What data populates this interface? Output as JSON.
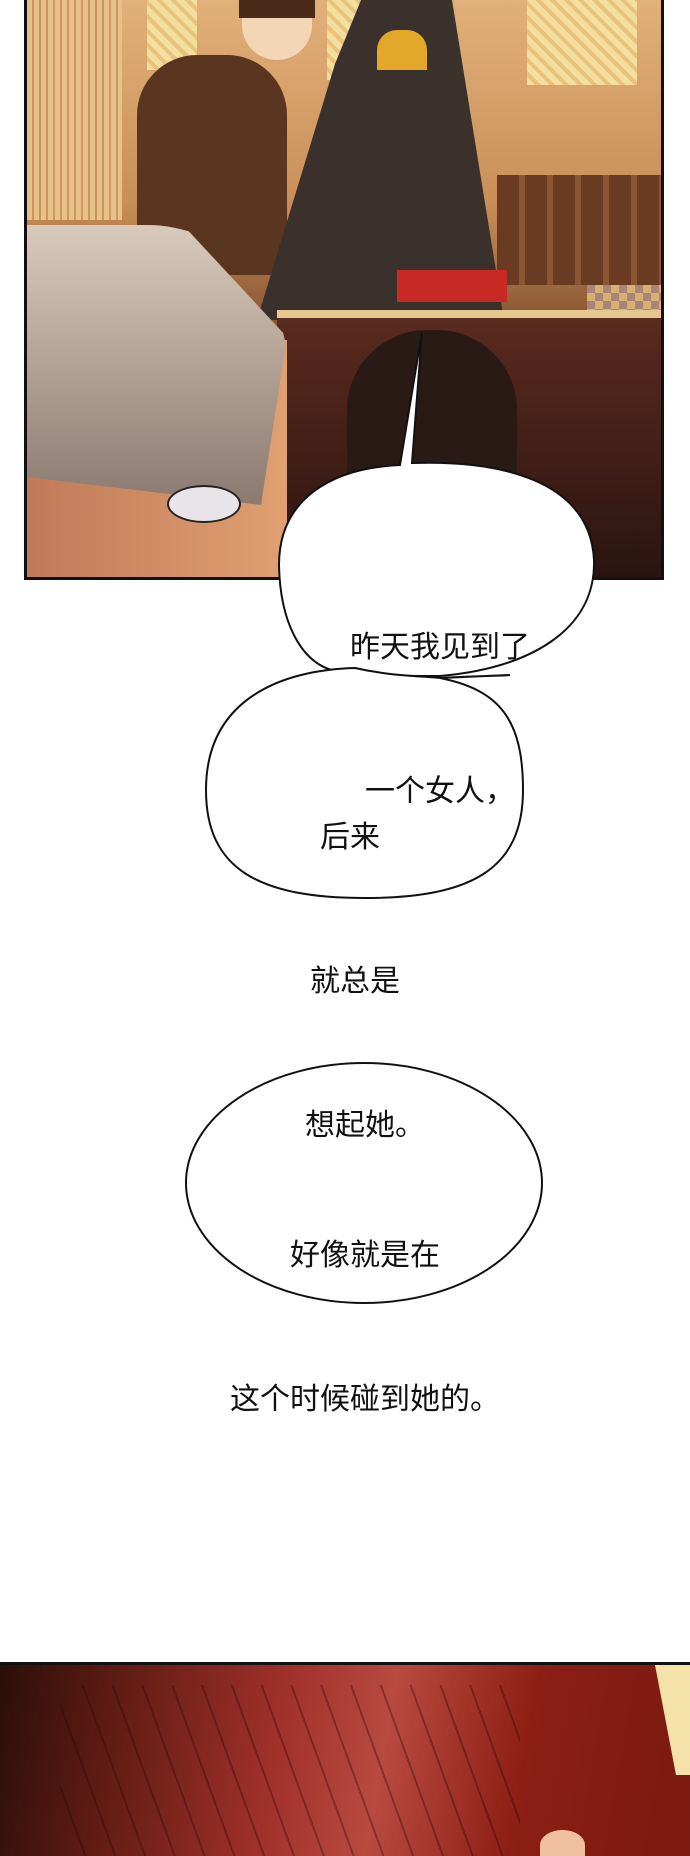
{
  "panels": [
    {
      "id": "panel-top",
      "description": "church interior scene with two men whispering and a silver-haired boy in foreground"
    },
    {
      "id": "panel-bottom",
      "description": "close-up of red hair"
    }
  ],
  "bubbles": [
    {
      "id": "bubble-1",
      "lines": [
        "昨天我见到了",
        "一个女人，"
      ]
    },
    {
      "id": "bubble-2",
      "lines": [
        "后来",
        "就总是",
        "想起她。"
      ]
    },
    {
      "id": "bubble-3",
      "lines": [
        "好像就是在",
        "这个时候碰到她的。"
      ]
    }
  ],
  "colors": {
    "panel_border": "#111111",
    "bubble_fill": "#ffffff",
    "bubble_stroke": "#111111",
    "hair_red": "#a0302a",
    "wood_tan": "#e2b07a"
  }
}
